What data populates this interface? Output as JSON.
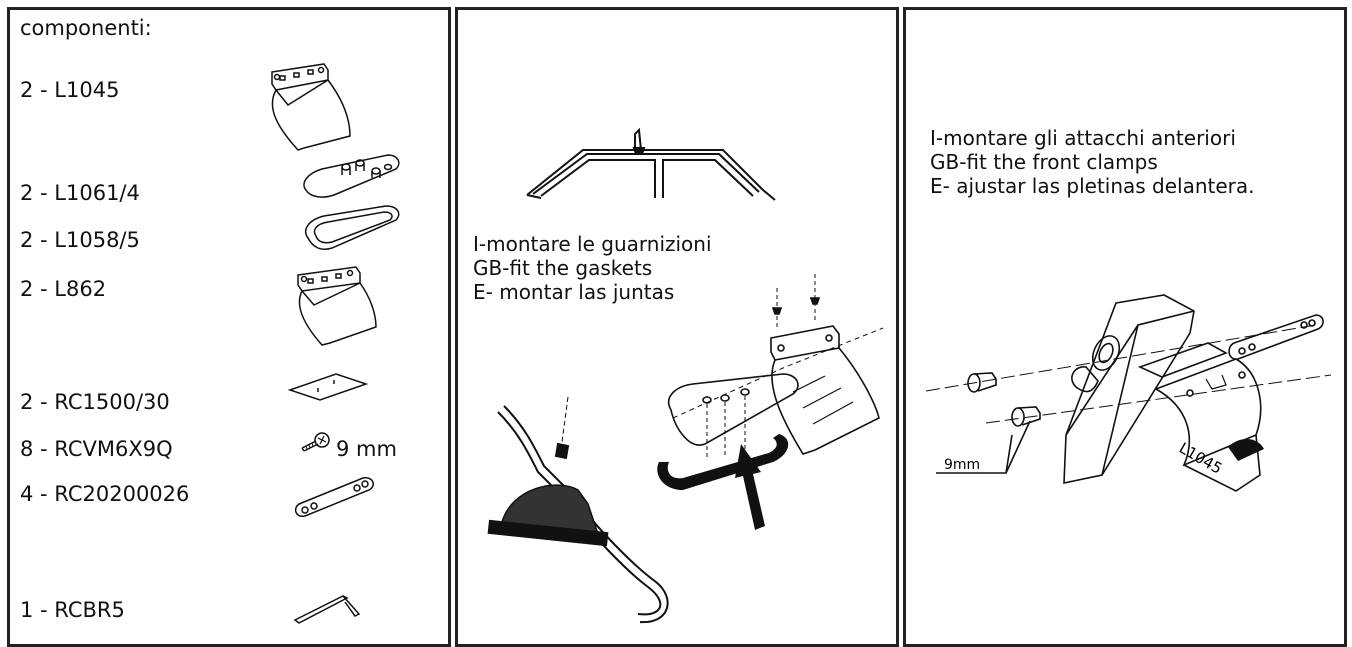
{
  "components": {
    "title": "componenti:",
    "items": [
      {
        "label": "2 - L1045",
        "icon": "bracket-l1045-icon"
      },
      {
        "label": "2 - L1061/4",
        "icon": "gasket-top-icon"
      },
      {
        "label": "2 - L1058/5",
        "icon": "gasket-ring-icon"
      },
      {
        "label": "2 - L862",
        "icon": "bracket-l862-icon"
      },
      {
        "label": "2 - RC1500/30",
        "icon": "plate-icon"
      },
      {
        "label": "8 - RCVM6X9Q",
        "icon": "screw-icon",
        "note": "9 mm"
      },
      {
        "label": "4 - RC20200026",
        "icon": "link-plate-icon"
      },
      {
        "label": "1 - RCBR5",
        "icon": "hex-key-icon"
      }
    ]
  },
  "step_gaskets": {
    "lines": [
      "I-montare le guarnizioni",
      "GB-fit the gaskets",
      "E- montar las juntas"
    ]
  },
  "step_clamps": {
    "lines": [
      "I-montare gli attacchi anteriori",
      "GB-fit the front clamps",
      "E- ajustar las pletinas delantera."
    ],
    "part_label": "L1045",
    "dimension_label": "9mm"
  }
}
